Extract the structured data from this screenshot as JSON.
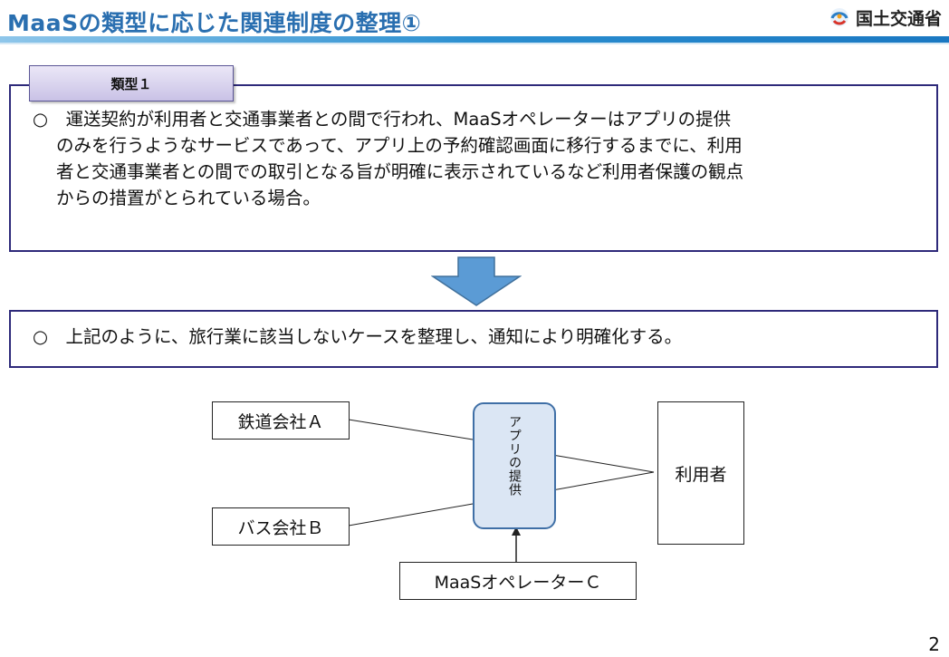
{
  "header": {
    "title": "MaaSの類型に応じた関連制度の整理①",
    "ministry": "国土交通省",
    "logo_icon": "mlit-logo-icon"
  },
  "type_section": {
    "tab_label": "類型１",
    "lines": [
      "○　運送契約が利用者と交通事業者との間で行われ、MaaSオペレーターはアプリの提供",
      "のみを行うようなサービスであって、アプリ上の予約確認画面に移行するまでに、利用",
      "者と交通事業者との間での取引となる旨が明確に表示されているなど利用者保護の観点",
      "からの措置がとられている場合。"
    ]
  },
  "arrow_icon": "down-arrow-icon",
  "conclusion": {
    "text": "○　上記のように、旅行業に該当しないケースを整理し、通知により明確化する。"
  },
  "diagram": {
    "railway": "鉄道会社Ａ",
    "bus": "バス会社Ｂ",
    "app": "アプリの提供",
    "user": "利用者",
    "operator": "MaaSオペレーターＣ"
  },
  "colors": {
    "title": "#2a6fb0",
    "frame": "#2e2a7a",
    "arrow": "#5b9bd5",
    "app_fill": "#dbe6f4"
  },
  "page_number": "2"
}
